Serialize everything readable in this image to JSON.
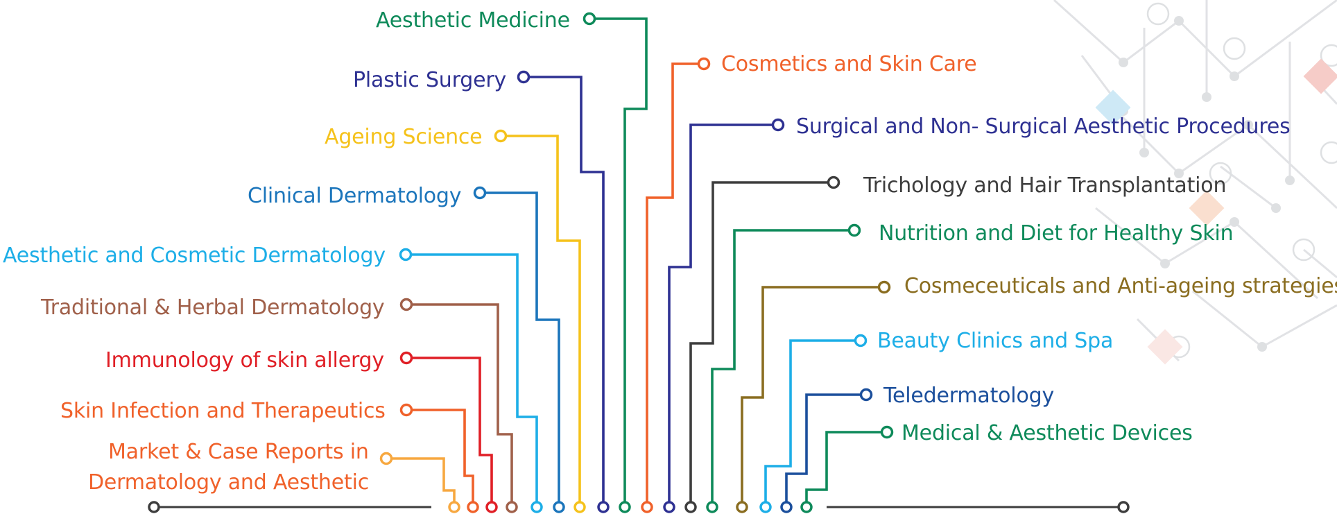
{
  "topics": {
    "aesthetic_medicine": "Aesthetic Medicine",
    "plastic_surgery": "Plastic Surgery",
    "ageing_science": "Ageing Science",
    "clinical_dermatology": "Clinical Dermatology",
    "aesthetic_cosmetic_dermatology": "Aesthetic and Cosmetic Dermatology",
    "traditional_herbal": "Traditional & Herbal Dermatology",
    "immunology": "Immunology of skin allergy",
    "skin_infection": "Skin Infection and Therapeutics",
    "market_case_reports_line1": "Market & Case Reports in",
    "market_case_reports_line2": "Dermatology and Aesthetic",
    "cosmetics_skin_care": "Cosmetics and Skin Care",
    "surgical_nonsurgical": "Surgical and Non- Surgical Aesthetic Procedures",
    "trichology": "Trichology and Hair Transplantation",
    "nutrition": "Nutrition and Diet for Healthy Skin",
    "cosmeceuticals": "Cosmeceuticals and Anti-ageing strategies",
    "beauty_clinics": "Beauty Clinics and Spa",
    "teledermatology": "Teledermatology",
    "medical_devices": "Medical & Aesthetic Devices"
  },
  "colors": {
    "aesthetic_medicine": "#0e8a5a",
    "plastic_surgery": "#2e3192",
    "ageing_science": "#f5c21b",
    "clinical_dermatology": "#1b75bb",
    "aesthetic_cosmetic_dermatology": "#1daee7",
    "traditional_herbal": "#a0604a",
    "immunology": "#e01f26",
    "skin_infection": "#f0612a",
    "market_case_reports": "#f7a840",
    "cosmetics_skin_care": "#f0612a",
    "surgical_nonsurgical": "#2e3192",
    "trichology": "#3d3d3d",
    "nutrition": "#0e8a5a",
    "cosmeceuticals": "#8a6d20",
    "beauty_clinics": "#1daee7",
    "teledermatology": "#1b4f9c",
    "medical_devices": "#0e8a5a",
    "baseline": "#3d3d3d"
  },
  "icons": {
    "line_end": "circle-node-icon",
    "background": "circuit-pattern"
  }
}
